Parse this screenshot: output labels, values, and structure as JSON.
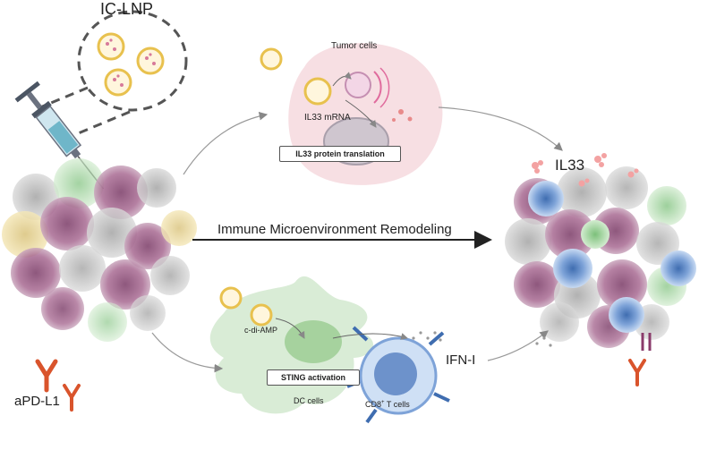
{
  "labels": {
    "ic_lnp": "IC-LNP",
    "tumor_cells": "Tumor cells",
    "il33_mrna": "IL33 mRNA",
    "il33_translation": "IL33 protein translation",
    "remodeling": "Immune Microenvironment Remodeling",
    "il33": "IL33",
    "c_di_amp": "c-di-AMP",
    "sting_activation": "STING activation",
    "dc_cells": "DC cells",
    "cd8_prefix": "CD8",
    "cd8_sup": "+",
    "cd8_suffix": " T cells",
    "ifn_i": "IFN-I",
    "apd_l1": "aPD-L1"
  },
  "colors": {
    "tumor_pink": "#f7dfe3",
    "dc_green": "#d9ecd6",
    "tcell_blue": "#a9c6ea",
    "antibody_orange": "#d9542c",
    "arrow_dark": "#222222",
    "lnp_yellow": "#f2d27a"
  }
}
